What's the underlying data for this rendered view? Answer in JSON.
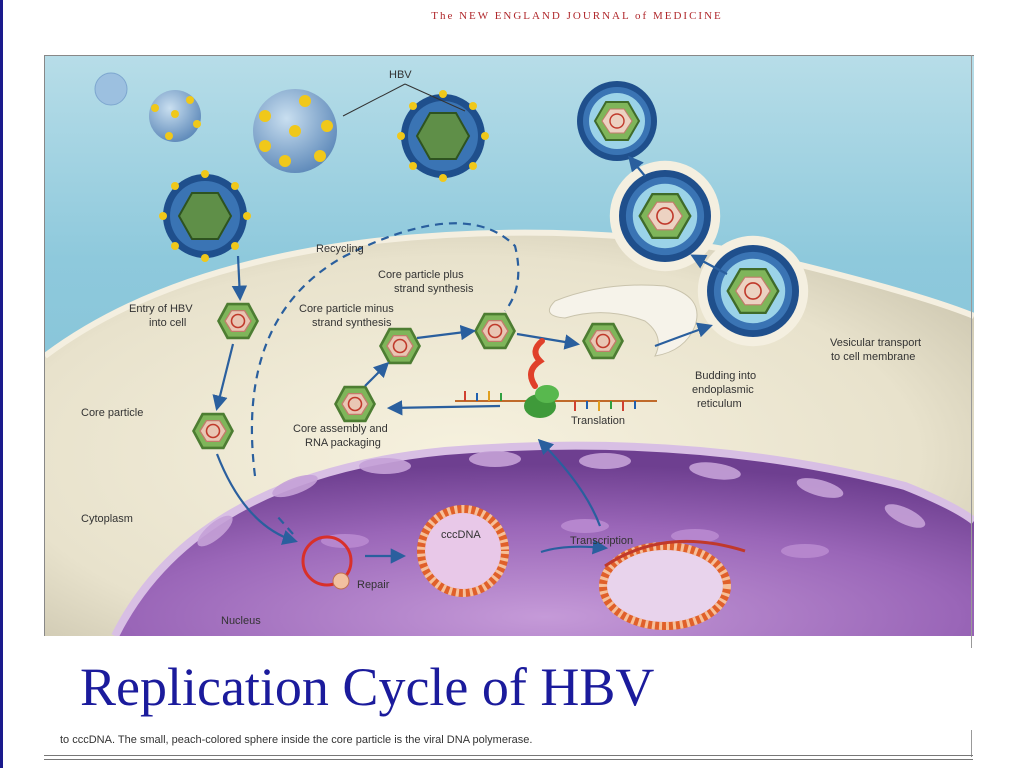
{
  "header": {
    "journal": "The NEW ENGLAND JOURNAL of MEDICINE"
  },
  "figure": {
    "labels": {
      "hbv": "HBV",
      "recycling": "Recycling",
      "entry_1": "Entry of HBV",
      "entry_2": "into cell",
      "core_plus_1": "Core particle plus",
      "core_plus_2": "strand synthesis",
      "core_minus_1": "Core particle minus",
      "core_minus_2": "strand synthesis",
      "core_particle": "Core particle",
      "core_assembly_1": "Core assembly and",
      "core_assembly_2": "RNA packaging",
      "translation": "Translation",
      "budding_1": "Budding into",
      "budding_2": "endoplasmic",
      "budding_3": "reticulum",
      "vesicular_1": "Vesicular transport",
      "vesicular_2": "to cell membrane",
      "cytoplasm": "Cytoplasm",
      "transcription": "Transcription",
      "cccdna": "cccDNA",
      "repair": "Repair",
      "nucleus": "Nucleus"
    }
  },
  "slide": {
    "title": "Replication Cycle of HBV",
    "caption": "to cccDNA. The small, peach-colored sphere inside the core particle is the viral DNA polymerase."
  },
  "colors": {
    "title": "#1b1b9c",
    "nucleus": "#8a55a8",
    "arrow": "#2a5f9e",
    "core_particle": "#6ea84a",
    "background_top": "#a8d6e4"
  }
}
